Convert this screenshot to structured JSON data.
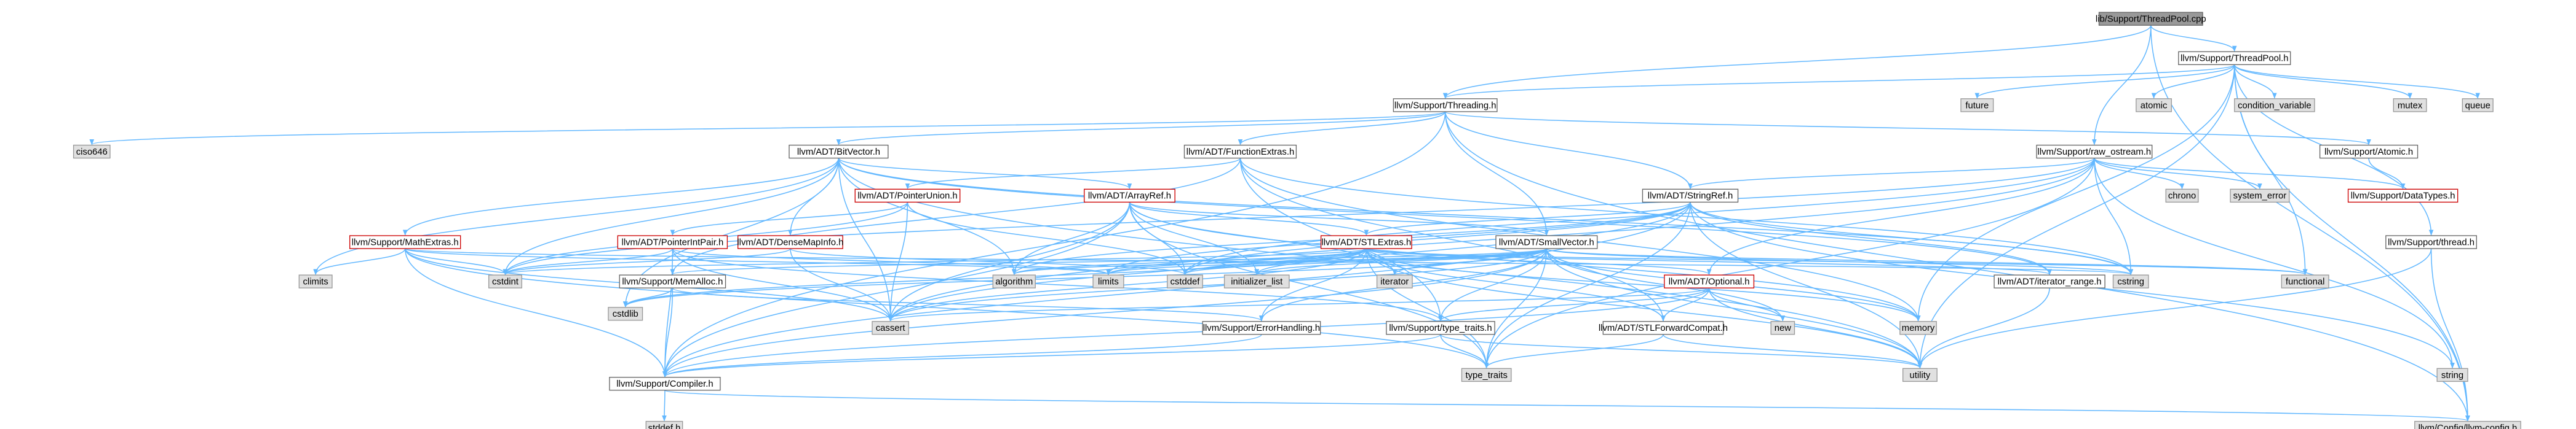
{
  "colors": {
    "root_fill": "#999999",
    "node_fill": "#ffffff",
    "node_stroke": "#666666",
    "std_fill": "#e0e0e0",
    "std_stroke": "#999999",
    "red_stroke": "#cc0000",
    "edge": "#63b8ff",
    "text": "#000000"
  },
  "nodes": [
    {
      "id": "root",
      "label": "lib/Support/ThreadPool.cpp",
      "kind": "root"
    },
    {
      "id": "tp",
      "label": "llvm/Support/ThreadPool.h",
      "kind": "normal"
    },
    {
      "id": "threading",
      "label": "llvm/Support/Threading.h",
      "kind": "normal"
    },
    {
      "id": "future",
      "label": "future",
      "kind": "std"
    },
    {
      "id": "atomic",
      "label": "atomic",
      "kind": "std"
    },
    {
      "id": "condvar",
      "label": "condition_variable",
      "kind": "std"
    },
    {
      "id": "mutex",
      "label": "mutex",
      "kind": "std"
    },
    {
      "id": "queue",
      "label": "queue",
      "kind": "std"
    },
    {
      "id": "ciso646",
      "label": "ciso646",
      "kind": "std"
    },
    {
      "id": "bitvector",
      "label": "llvm/ADT/BitVector.h",
      "kind": "normal"
    },
    {
      "id": "funcextras",
      "label": "llvm/ADT/FunctionExtras.h",
      "kind": "normal"
    },
    {
      "id": "rawostream",
      "label": "llvm/Support/raw_ostream.h",
      "kind": "normal"
    },
    {
      "id": "supatomic",
      "label": "llvm/Support/Atomic.h",
      "kind": "normal"
    },
    {
      "id": "chrono",
      "label": "chrono",
      "kind": "std"
    },
    {
      "id": "syserror",
      "label": "system_error",
      "kind": "std"
    },
    {
      "id": "datatypes",
      "label": "llvm/Support/DataTypes.h",
      "kind": "red"
    },
    {
      "id": "pointerunion",
      "label": "llvm/ADT/PointerUnion.h",
      "kind": "red"
    },
    {
      "id": "arrayref",
      "label": "llvm/ADT/ArrayRef.h",
      "kind": "red"
    },
    {
      "id": "stringref",
      "label": "llvm/ADT/StringRef.h",
      "kind": "normal"
    },
    {
      "id": "mathextras",
      "label": "llvm/Support/MathExtras.h",
      "kind": "red"
    },
    {
      "id": "ptrintpair",
      "label": "llvm/ADT/PointerIntPair.h",
      "kind": "red"
    },
    {
      "id": "densemapinfo",
      "label": "llvm/ADT/DenseMapInfo.h",
      "kind": "red"
    },
    {
      "id": "stlextras",
      "label": "llvm/ADT/STLExtras.h",
      "kind": "red"
    },
    {
      "id": "smallvector",
      "label": "llvm/ADT/SmallVector.h",
      "kind": "normal"
    },
    {
      "id": "thread",
      "label": "llvm/Support/thread.h",
      "kind": "normal"
    },
    {
      "id": "climits",
      "label": "climits",
      "kind": "std"
    },
    {
      "id": "cstdint",
      "label": "cstdint",
      "kind": "std"
    },
    {
      "id": "memalloc",
      "label": "llvm/Support/MemAlloc.h",
      "kind": "normal"
    },
    {
      "id": "algorithm",
      "label": "algorithm",
      "kind": "std"
    },
    {
      "id": "limits",
      "label": "limits",
      "kind": "std"
    },
    {
      "id": "cstddef",
      "label": "cstddef",
      "kind": "std"
    },
    {
      "id": "initlist",
      "label": "initializer_list",
      "kind": "std"
    },
    {
      "id": "iterator",
      "label": "iterator",
      "kind": "std"
    },
    {
      "id": "optional",
      "label": "llvm/ADT/Optional.h",
      "kind": "red"
    },
    {
      "id": "iterrange",
      "label": "llvm/ADT/iterator_range.h",
      "kind": "normal"
    },
    {
      "id": "cstring",
      "label": "cstring",
      "kind": "std"
    },
    {
      "id": "functional",
      "label": "functional",
      "kind": "std"
    },
    {
      "id": "cstdlib",
      "label": "cstdlib",
      "kind": "std"
    },
    {
      "id": "cassert",
      "label": "cassert",
      "kind": "std"
    },
    {
      "id": "errhandling",
      "label": "llvm/Support/ErrorHandling.h",
      "kind": "normal"
    },
    {
      "id": "typetraits_h",
      "label": "llvm/Support/type_traits.h",
      "kind": "normal"
    },
    {
      "id": "stlfwd",
      "label": "llvm/ADT/STLForwardCompat.h",
      "kind": "normal"
    },
    {
      "id": "new",
      "label": "new",
      "kind": "std"
    },
    {
      "id": "memory",
      "label": "memory",
      "kind": "std"
    },
    {
      "id": "utility",
      "label": "utility",
      "kind": "std"
    },
    {
      "id": "typetraits",
      "label": "type_traits",
      "kind": "std"
    },
    {
      "id": "string",
      "label": "string",
      "kind": "std"
    },
    {
      "id": "compiler",
      "label": "llvm/Support/Compiler.h",
      "kind": "normal"
    },
    {
      "id": "stddefh",
      "label": "stddef.h",
      "kind": "std"
    },
    {
      "id": "config",
      "label": "llvm/Config/llvm-config.h",
      "kind": "std"
    }
  ],
  "edges": [
    [
      "root",
      "tp"
    ],
    [
      "root",
      "threading"
    ],
    [
      "root",
      "rawostream"
    ],
    [
      "root",
      "config"
    ],
    [
      "tp",
      "threading"
    ],
    [
      "tp",
      "future"
    ],
    [
      "tp",
      "atomic"
    ],
    [
      "tp",
      "condvar"
    ],
    [
      "tp",
      "mutex"
    ],
    [
      "tp",
      "queue"
    ],
    [
      "tp",
      "functional"
    ],
    [
      "tp",
      "memory"
    ],
    [
      "tp",
      "utility"
    ],
    [
      "tp",
      "thread"
    ],
    [
      "tp",
      "config"
    ],
    [
      "threading",
      "ciso646"
    ],
    [
      "threading",
      "bitvector"
    ],
    [
      "threading",
      "funcextras"
    ],
    [
      "threading",
      "stringref"
    ],
    [
      "threading",
      "smallvector"
    ],
    [
      "threading",
      "compiler"
    ],
    [
      "threading",
      "supatomic"
    ],
    [
      "threading",
      "config"
    ],
    [
      "bitvector",
      "arrayref"
    ],
    [
      "bitvector",
      "mathextras"
    ],
    [
      "bitvector",
      "densemapinfo"
    ],
    [
      "bitvector",
      "iterrange"
    ],
    [
      "bitvector",
      "algorithm"
    ],
    [
      "bitvector",
      "cassert"
    ],
    [
      "bitvector",
      "climits"
    ],
    [
      "bitvector",
      "cstdint"
    ],
    [
      "bitvector",
      "cstdlib"
    ],
    [
      "bitvector",
      "cstring"
    ],
    [
      "bitvector",
      "utility"
    ],
    [
      "funcextras",
      "pointerunion"
    ],
    [
      "funcextras",
      "stlfwd"
    ],
    [
      "funcextras",
      "memalloc"
    ],
    [
      "funcextras",
      "typetraits_h"
    ],
    [
      "funcextras",
      "cstring"
    ],
    [
      "funcextras",
      "memory"
    ],
    [
      "rawostream",
      "stringref"
    ],
    [
      "rawostream",
      "datatypes"
    ],
    [
      "rawostream",
      "cassert"
    ],
    [
      "rawostream",
      "chrono"
    ],
    [
      "rawostream",
      "cstddef"
    ],
    [
      "rawostream",
      "cstdint"
    ],
    [
      "rawostream",
      "cstring"
    ],
    [
      "rawostream",
      "optional"
    ],
    [
      "rawostream",
      "string"
    ],
    [
      "rawostream",
      "syserror"
    ],
    [
      "rawostream",
      "typetraits"
    ],
    [
      "supatomic",
      "datatypes"
    ],
    [
      "pointerunion",
      "ptrintpair"
    ],
    [
      "pointerunion",
      "cassert"
    ],
    [
      "pointerunion",
      "cstddef"
    ],
    [
      "pointerunion",
      "cstdint"
    ],
    [
      "arrayref",
      "smallvector"
    ],
    [
      "arrayref",
      "stlextras"
    ],
    [
      "arrayref",
      "algorithm"
    ],
    [
      "arrayref",
      "cassert"
    ],
    [
      "arrayref",
      "cstddef"
    ],
    [
      "arrayref",
      "initlist"
    ],
    [
      "arrayref",
      "iterator"
    ],
    [
      "arrayref",
      "memory"
    ],
    [
      "arrayref",
      "typetraits"
    ],
    [
      "arrayref",
      "compiler"
    ],
    [
      "stringref",
      "stlextras"
    ],
    [
      "stringref",
      "iterrange"
    ],
    [
      "stringref",
      "compiler"
    ],
    [
      "stringref",
      "algorithm"
    ],
    [
      "stringref",
      "cassert"
    ],
    [
      "stringref",
      "cstddef"
    ],
    [
      "stringref",
      "cstring"
    ],
    [
      "stringref",
      "limits"
    ],
    [
      "stringref",
      "string"
    ],
    [
      "stringref",
      "typetraits"
    ],
    [
      "stringref",
      "utility"
    ],
    [
      "mathextras",
      "compiler"
    ],
    [
      "mathextras",
      "cassert"
    ],
    [
      "mathextras",
      "climits"
    ],
    [
      "mathextras",
      "cstdint"
    ],
    [
      "mathextras",
      "cstring"
    ],
    [
      "mathextras",
      "limits"
    ],
    [
      "mathextras",
      "typetraits"
    ],
    [
      "ptrintpair",
      "compiler"
    ],
    [
      "ptrintpair",
      "typetraits_h"
    ],
    [
      "ptrintpair",
      "cassert"
    ],
    [
      "ptrintpair",
      "cstdint"
    ],
    [
      "ptrintpair",
      "limits"
    ],
    [
      "densemapinfo",
      "cassert"
    ],
    [
      "densemapinfo",
      "cstddef"
    ],
    [
      "densemapinfo",
      "cstdint"
    ],
    [
      "densemapinfo",
      "tuple_utility"
    ],
    [
      "stlextras",
      "stlfwd"
    ],
    [
      "stlextras",
      "iterrange"
    ],
    [
      "stlextras",
      "errhandling"
    ],
    [
      "stlextras",
      "optional"
    ],
    [
      "stlextras",
      "algorithm"
    ],
    [
      "stlextras",
      "cassert"
    ],
    [
      "stlextras",
      "cstddef"
    ],
    [
      "stlextras",
      "cstdint"
    ],
    [
      "stlextras",
      "cstdlib"
    ],
    [
      "stlextras",
      "functional"
    ],
    [
      "stlextras",
      "initlist"
    ],
    [
      "stlextras",
      "iterator"
    ],
    [
      "stlextras",
      "limits"
    ],
    [
      "stlextras",
      "memory"
    ],
    [
      "stlextras",
      "typetraits"
    ],
    [
      "stlextras",
      "utility"
    ],
    [
      "smallvector",
      "compiler"
    ],
    [
      "smallvector",
      "typetraits_h"
    ],
    [
      "smallvector",
      "algorithm"
    ],
    [
      "smallvector",
      "cassert"
    ],
    [
      "smallvector",
      "cstddef"
    ],
    [
      "smallvector",
      "cstdlib"
    ],
    [
      "smallvector",
      "cstring"
    ],
    [
      "smallvector",
      "functional"
    ],
    [
      "smallvector",
      "initlist"
    ],
    [
      "smallvector",
      "iterator"
    ],
    [
      "smallvector",
      "limits"
    ],
    [
      "smallvector",
      "memory"
    ],
    [
      "smallvector",
      "new"
    ],
    [
      "smallvector",
      "typetraits"
    ],
    [
      "smallvector",
      "utility"
    ],
    [
      "smallvector",
      "memalloc"
    ],
    [
      "smallvector",
      "errhandling"
    ],
    [
      "thread",
      "config"
    ],
    [
      "thread",
      "utility"
    ],
    [
      "memalloc",
      "compiler"
    ],
    [
      "memalloc",
      "errhandling"
    ],
    [
      "memalloc",
      "cstdlib"
    ],
    [
      "optional",
      "compiler"
    ],
    [
      "optional",
      "typetraits_h"
    ],
    [
      "optional",
      "stlfwd"
    ],
    [
      "optional",
      "cassert"
    ],
    [
      "optional",
      "new"
    ],
    [
      "optional",
      "utility"
    ],
    [
      "iterrange",
      "utility"
    ],
    [
      "errhandling",
      "compiler"
    ],
    [
      "typetraits_h",
      "compiler"
    ],
    [
      "typetraits_h",
      "typetraits"
    ],
    [
      "typetraits_h",
      "utility"
    ],
    [
      "stlfwd",
      "typetraits"
    ],
    [
      "stlfwd",
      "utility"
    ],
    [
      "compiler",
      "config"
    ],
    [
      "compiler",
      "stddefh"
    ]
  ]
}
